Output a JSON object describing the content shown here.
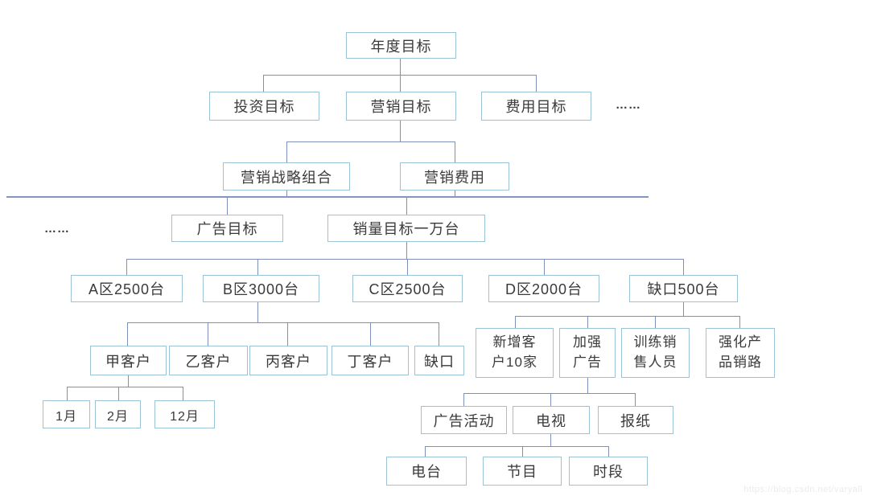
{
  "page": {
    "background": "#ffffff"
  },
  "colors": {
    "box_border": "#9cc3d5",
    "connector_line": "#7d8fba",
    "separator_line": "#8496bd",
    "text": "#3a3a3a",
    "watermark_text": "#ebebeb"
  },
  "watermark": "https://blog.csdn.net/varyall",
  "org_chart": {
    "level1": {
      "annual_goal": "年度目标"
    },
    "level2": {
      "investment_goal": "投资目标",
      "marketing_goal": "营销目标",
      "expense_goal": "费用目标",
      "ellipsis": "……"
    },
    "level3": {
      "marketing_strategy_mix": "营销战略组合",
      "marketing_expense": "营销费用"
    },
    "level4": {
      "ellipsis": "……",
      "ad_goal": "广告目标",
      "sales_goal": "销量目标一万台"
    },
    "level5": {
      "region_a": "A区2500台",
      "region_b": "B区3000台",
      "region_c": "C区2500台",
      "region_d": "D区2000台",
      "gap": "缺口500台"
    },
    "region_b_children": {
      "customer_jia": "甲客户",
      "customer_yi": "乙客户",
      "customer_bing": "丙客户",
      "customer_ding": "丁客户",
      "gap": "缺口"
    },
    "customer_jia_children": {
      "jan": "1月",
      "feb": "2月",
      "dec": "12月"
    },
    "gap_children": {
      "new_customers": "新增客户10家",
      "strengthen_advertising": "加强广告",
      "train_salespeople": "训练销售人员",
      "strengthen_product_channels": "强化产品销路"
    },
    "strengthen_advertising_children": {
      "ad_campaign": "广告活动",
      "tv": "电视",
      "newspaper": "报纸"
    },
    "tv_children": {
      "radio": "电台",
      "program": "节目",
      "time_slot": "时段"
    }
  }
}
